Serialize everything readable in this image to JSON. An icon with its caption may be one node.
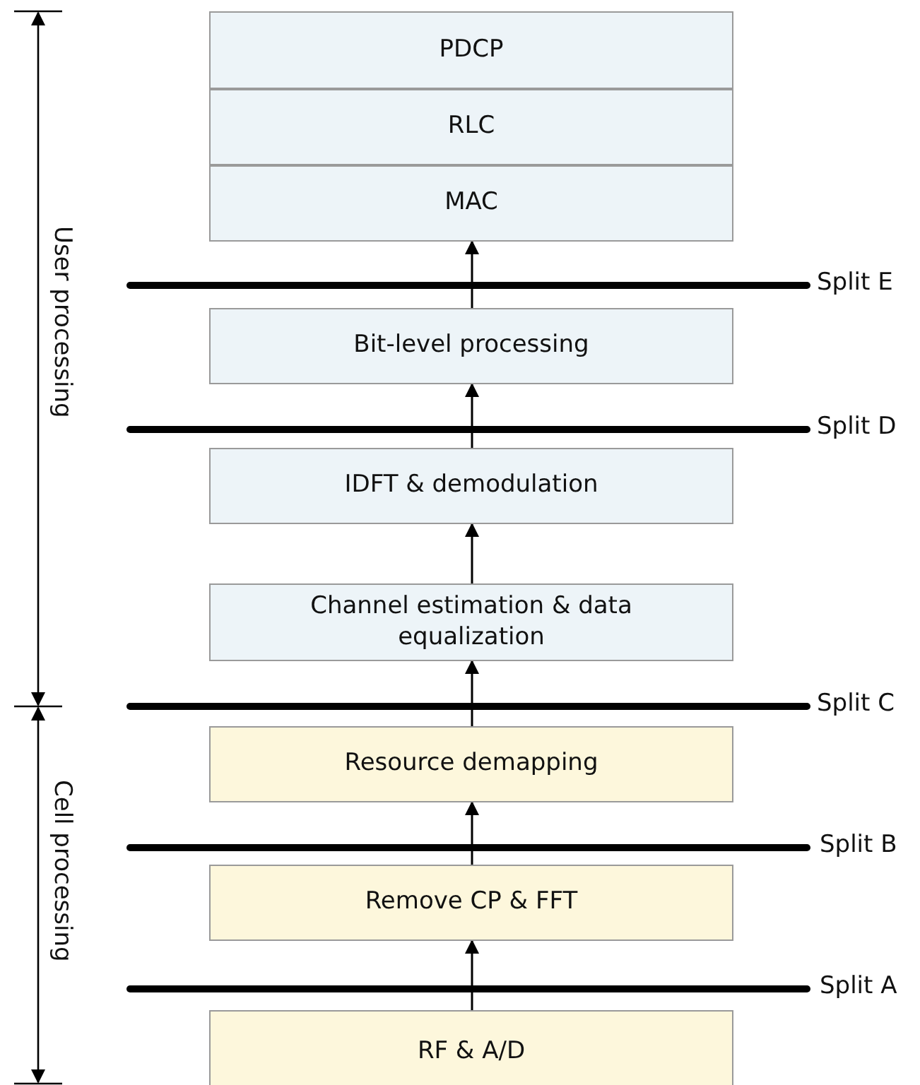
{
  "diagram": {
    "nodes": [
      {
        "text": [
          "PDCP"
        ]
      },
      {
        "text": [
          "RLC"
        ]
      },
      {
        "text": [
          "MAC"
        ]
      },
      {
        "text": [
          "Bit-level processing"
        ]
      },
      {
        "text": [
          "IDFT & demodulation"
        ]
      },
      {
        "text": [
          "Channel estimation & data equalization"
        ]
      },
      {
        "text": [
          "Resource demapping"
        ]
      },
      {
        "text": [
          "Remove CP & FFT"
        ]
      },
      {
        "text": [
          "RF & A/D"
        ]
      }
    ],
    "edges": [
      {
        "from": 8,
        "to": 7,
        "arrow": "to"
      },
      {
        "from": 7,
        "to": 6,
        "arrow": "to"
      },
      {
        "from": 6,
        "to": 5,
        "arrow": "to"
      },
      {
        "from": 5,
        "to": 4,
        "arrow": "to"
      },
      {
        "from": 4,
        "to": 3,
        "arrow": "to"
      },
      {
        "from": 3,
        "to": 2,
        "arrow": "to"
      }
    ],
    "labels": [
      "Split E",
      "User processing",
      "Split D",
      "Split C",
      "Split B",
      "Cell processing",
      "Split A"
    ]
  }
}
